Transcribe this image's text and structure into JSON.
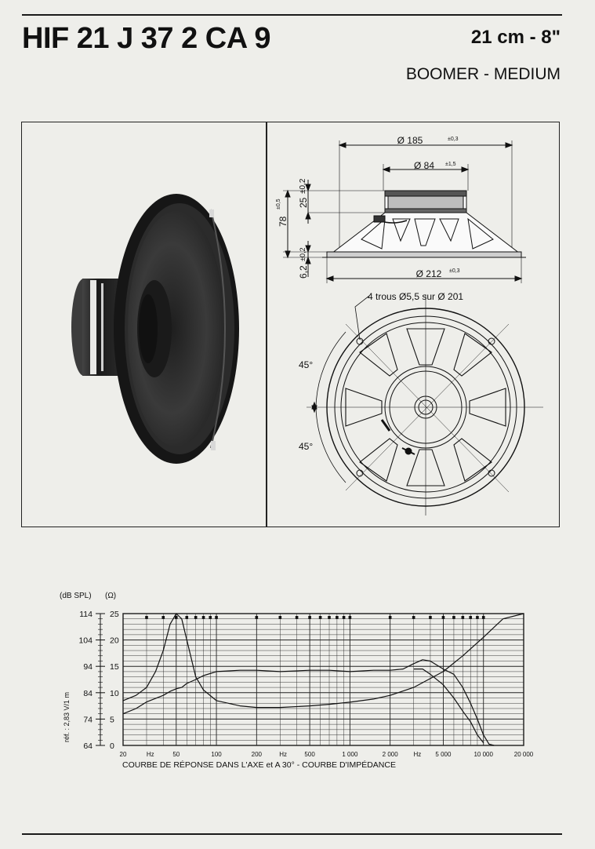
{
  "header": {
    "title": "HIF 21 J 37 2 CA 9",
    "size": "21 cm - 8\"",
    "subtitle": "BOOMER - MEDIUM"
  },
  "drawing": {
    "d185": "Ø 185",
    "d185_tol": "±0,3",
    "d84": "Ø 84",
    "d84_tol": "±1,5",
    "h25": "25",
    "h25_tol": "±0,2",
    "h78": "78",
    "h78_tol": "±0,5",
    "h62": "6,2",
    "h62_tol": "±0,2",
    "d212": "Ø 212",
    "d212_tol": "±0,3",
    "holes": "4 trous Ø5,5 sur Ø 201",
    "angle_top": "45°",
    "angle_bottom": "45°"
  },
  "chart_data": {
    "type": "line",
    "caption": "COURBE DE RÉPONSE DANS L'AXE et A 30° - COURBE D'IMPÉDANCE",
    "x_scale": "log",
    "xlim": [
      20,
      20000
    ],
    "x_ticks": [
      {
        "v": 20,
        "label": "20"
      },
      {
        "v": 50,
        "label": "50"
      },
      {
        "v": 100,
        "label": "100"
      },
      {
        "v": 200,
        "label": "200"
      },
      {
        "v": 500,
        "label": "500"
      },
      {
        "v": 1000,
        "label": "1 000"
      },
      {
        "v": 2000,
        "label": "2 000"
      },
      {
        "v": 5000,
        "label": "5 000"
      },
      {
        "v": 10000,
        "label": "10 000"
      },
      {
        "v": 20000,
        "label": "20 000"
      }
    ],
    "x_unit_labels": [
      {
        "v": 32,
        "label": "Hz"
      },
      {
        "v": 316,
        "label": "Hz"
      },
      {
        "v": 3200,
        "label": "Hz"
      }
    ],
    "y_left": {
      "unit": "(dB SPL)",
      "ylim": [
        64,
        114
      ],
      "ticks": [
        64,
        74,
        84,
        94,
        104,
        114
      ]
    },
    "y_right": {
      "unit": "(Ω)",
      "ylim": [
        0,
        25
      ],
      "ticks": [
        0,
        5,
        10,
        15,
        20,
        25
      ]
    },
    "ylabel": "réf. : 2,83 V/1 m",
    "series": [
      {
        "kind": "spl_axis",
        "x": [
          20,
          25,
          30,
          40,
          45,
          50,
          55,
          60,
          70,
          80,
          100,
          150,
          200,
          300,
          500,
          700,
          1000,
          1500,
          2000,
          2500,
          3000,
          3500,
          4000,
          5000,
          6000,
          7000,
          8000,
          9000,
          10000,
          11000,
          12000
        ],
        "y": [
          76,
          78,
          80.5,
          83,
          84.5,
          85.5,
          86,
          87.5,
          89,
          90.5,
          92,
          92.5,
          92.5,
          92,
          92.5,
          92.5,
          92,
          92.5,
          92.5,
          93,
          95,
          96.5,
          96,
          93,
          91,
          86,
          80,
          74,
          68,
          64.5,
          64
        ]
      },
      {
        "kind": "spl_30deg",
        "x": [
          3000,
          3500,
          4000,
          5000,
          6000,
          7000,
          8000,
          9000,
          10000
        ],
        "y": [
          93,
          93,
          91,
          87,
          82,
          77,
          73,
          68,
          65
        ]
      },
      {
        "kind": "impedance",
        "x": [
          20,
          25,
          30,
          35,
          40,
          45,
          50,
          55,
          60,
          70,
          80,
          100,
          150,
          200,
          300,
          500,
          700,
          1000,
          1500,
          2000,
          3000,
          5000,
          7000,
          10000,
          14000,
          20000
        ],
        "y": [
          8.5,
          9.5,
          11,
          14,
          18,
          23,
          25,
          24,
          20,
          13,
          10.5,
          8.5,
          7.5,
          7.2,
          7.2,
          7.5,
          7.8,
          8.2,
          8.8,
          9.5,
          11,
          14,
          17,
          20.5,
          24,
          25
        ]
      }
    ]
  }
}
